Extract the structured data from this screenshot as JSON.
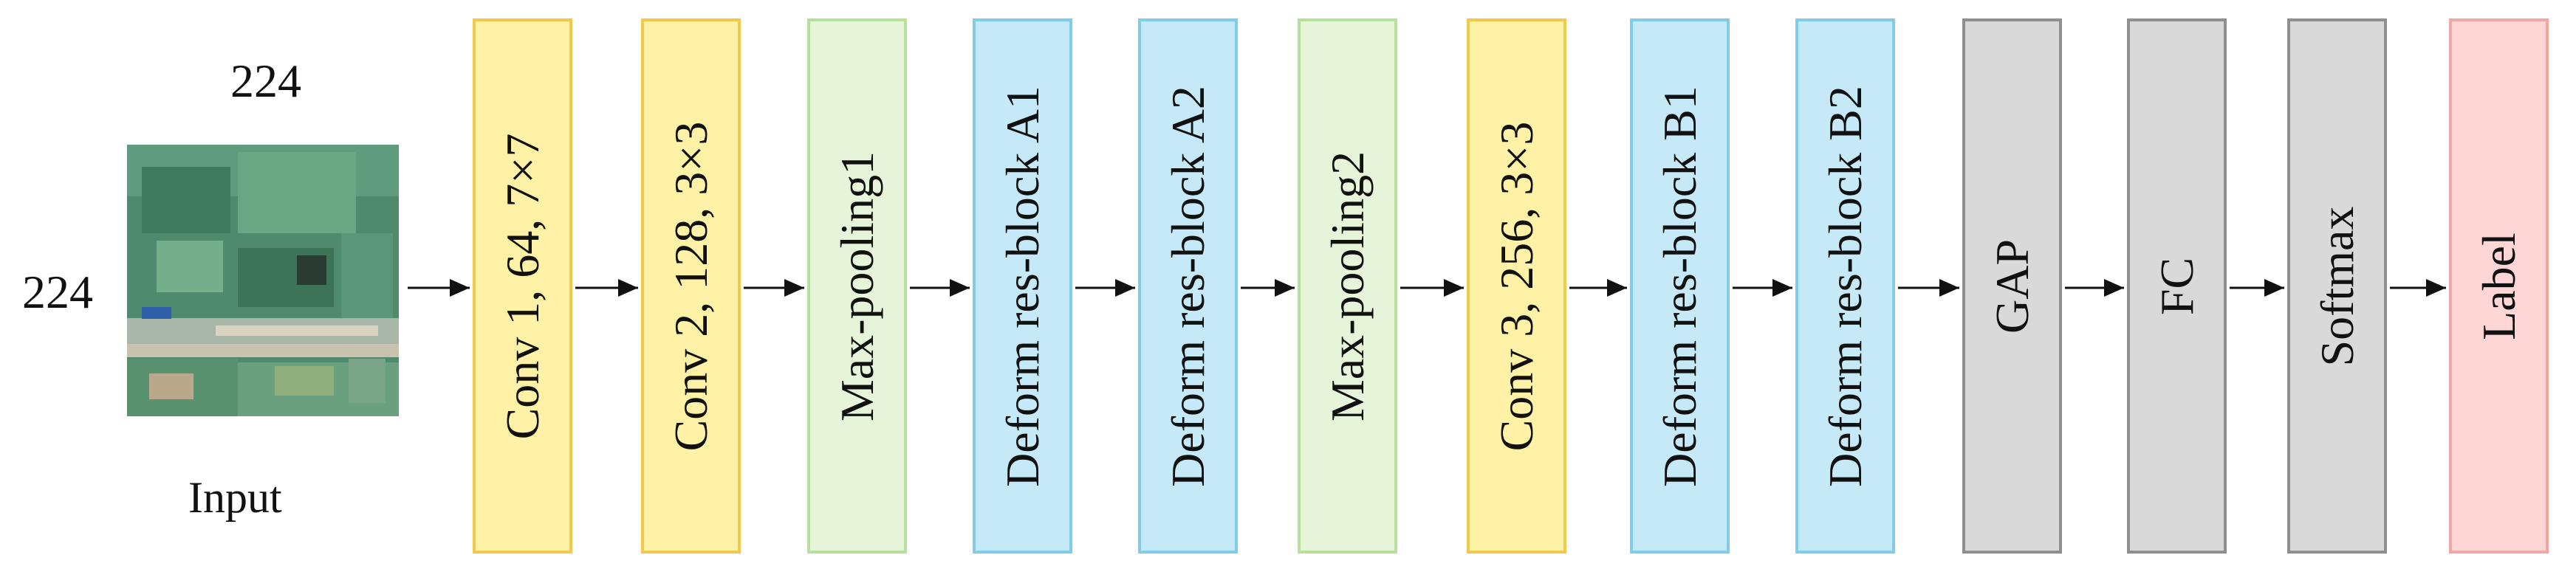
{
  "input": {
    "height_label": "224",
    "width_label": "224",
    "caption": "Input"
  },
  "blocks": [
    {
      "label": "Conv 1, 64, 7×7",
      "fill": "#fff2a6",
      "stroke": "#f2c94c"
    },
    {
      "label": "Conv 2, 128, 3×3",
      "fill": "#fff2a6",
      "stroke": "#f2c94c"
    },
    {
      "label": "Max-pooling1",
      "fill": "#e6f5d9",
      "stroke": "#b7e09a"
    },
    {
      "label": "Deform res-block A1",
      "fill": "#c5e9f7",
      "stroke": "#7fcde8"
    },
    {
      "label": "Deform res-block A2",
      "fill": "#c5e9f7",
      "stroke": "#7fcde8"
    },
    {
      "label": "Max-pooling2",
      "fill": "#e6f5d9",
      "stroke": "#b7e09a"
    },
    {
      "label": "Conv 3, 256, 3×3",
      "fill": "#fff2a6",
      "stroke": "#f2c94c"
    },
    {
      "label": "Deform res-block B1",
      "fill": "#c5e9f7",
      "stroke": "#7fcde8"
    },
    {
      "label": "Deform res-block B2",
      "fill": "#c5e9f7",
      "stroke": "#7fcde8"
    },
    {
      "label": "GAP",
      "fill": "#d9d9d9",
      "stroke": "#8f8f8f"
    },
    {
      "label": "FC",
      "fill": "#d9d9d9",
      "stroke": "#8f8f8f"
    },
    {
      "label": "Softmax",
      "fill": "#d9d9d9",
      "stroke": "#8f8f8f"
    },
    {
      "label": "Label",
      "fill": "#ffd6d6",
      "stroke": "#f2a7a7"
    }
  ]
}
